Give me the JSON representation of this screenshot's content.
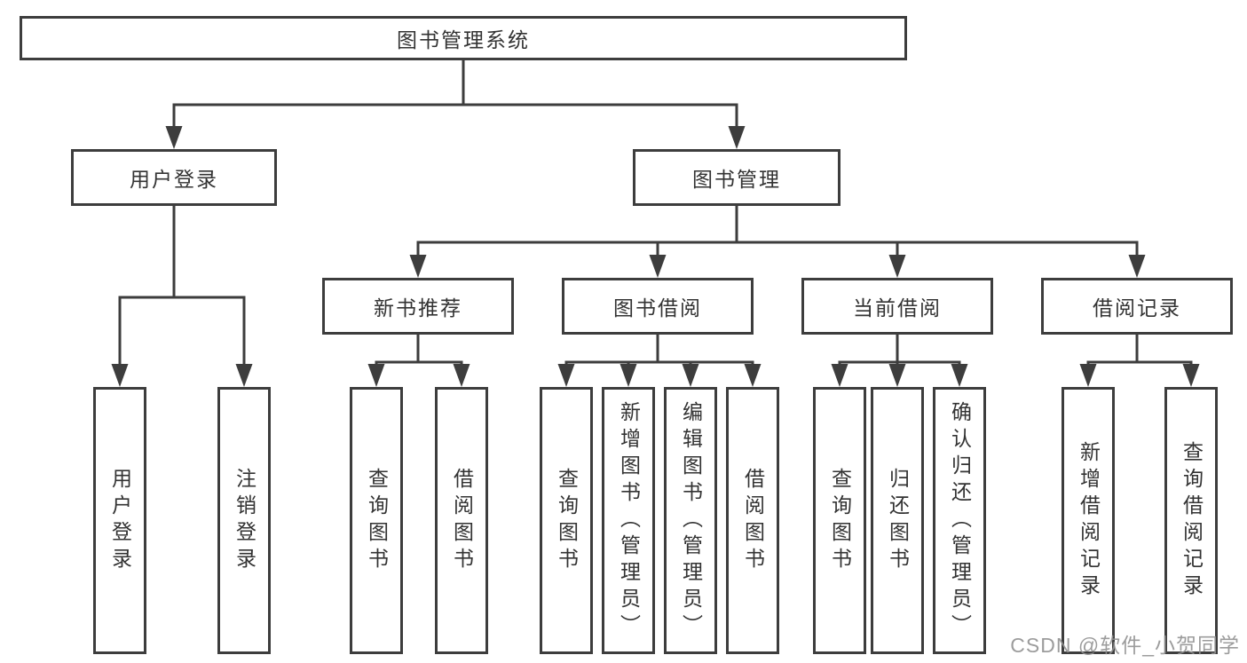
{
  "diagram": {
    "root": {
      "label": "图书管理系统"
    },
    "level2": [
      {
        "label": "用户登录"
      },
      {
        "label": "图书管理"
      }
    ],
    "level3": [
      {
        "label": "新书推荐"
      },
      {
        "label": "图书借阅"
      },
      {
        "label": "当前借阅"
      },
      {
        "label": "借阅记录"
      }
    ],
    "leaves": {
      "user_login": [
        "用户登录",
        "注销登录"
      ],
      "new_book_recommend": [
        "查询图书",
        "借阅图书"
      ],
      "book_borrow": [
        "查询图书",
        "新增图书（管理员）",
        "编辑图书（管理员）",
        "借阅图书"
      ],
      "current_borrow": [
        "查询图书",
        "归还图书",
        "确认归还（管理员）"
      ],
      "borrow_records": [
        "新增借阅记录",
        "查询借阅记录"
      ]
    }
  },
  "watermark": {
    "text": "CSDN @软件_小贺同学"
  },
  "colors": {
    "line": "#3d3d3d",
    "box_border": "#3d3d3d",
    "text": "#333333",
    "watermark": "#919191",
    "background": "#ffffff"
  }
}
